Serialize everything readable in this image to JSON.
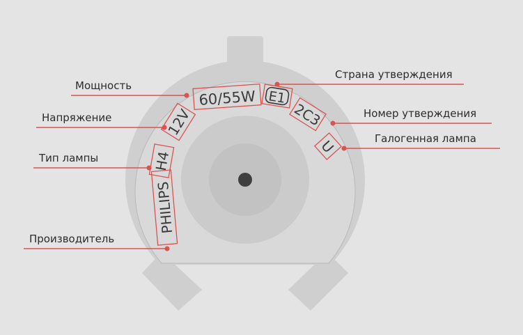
{
  "markings": {
    "manufacturer": "PHILIPS",
    "lamp_type": "H4",
    "voltage": "12V",
    "power": "60/55W",
    "approval_country": "E1",
    "approval_number": "2C3",
    "halogen": "U"
  },
  "labels": {
    "power": "Мощность",
    "voltage": "Напряжение",
    "lamp_type": "Тип лампы",
    "manufacturer": "Производитель",
    "approval_country": "Страна утверждения",
    "approval_number": "Номер утверждения",
    "halogen": "Галогенная лампа"
  },
  "colors": {
    "background": "#e4e4e4",
    "base": "#cfcfcf",
    "face": "#d8d8d8",
    "inner_circle": "#c6c6c6",
    "center_dot": "#3f3f3f",
    "leader": "#d9534f",
    "text": "#2b2b2b"
  }
}
